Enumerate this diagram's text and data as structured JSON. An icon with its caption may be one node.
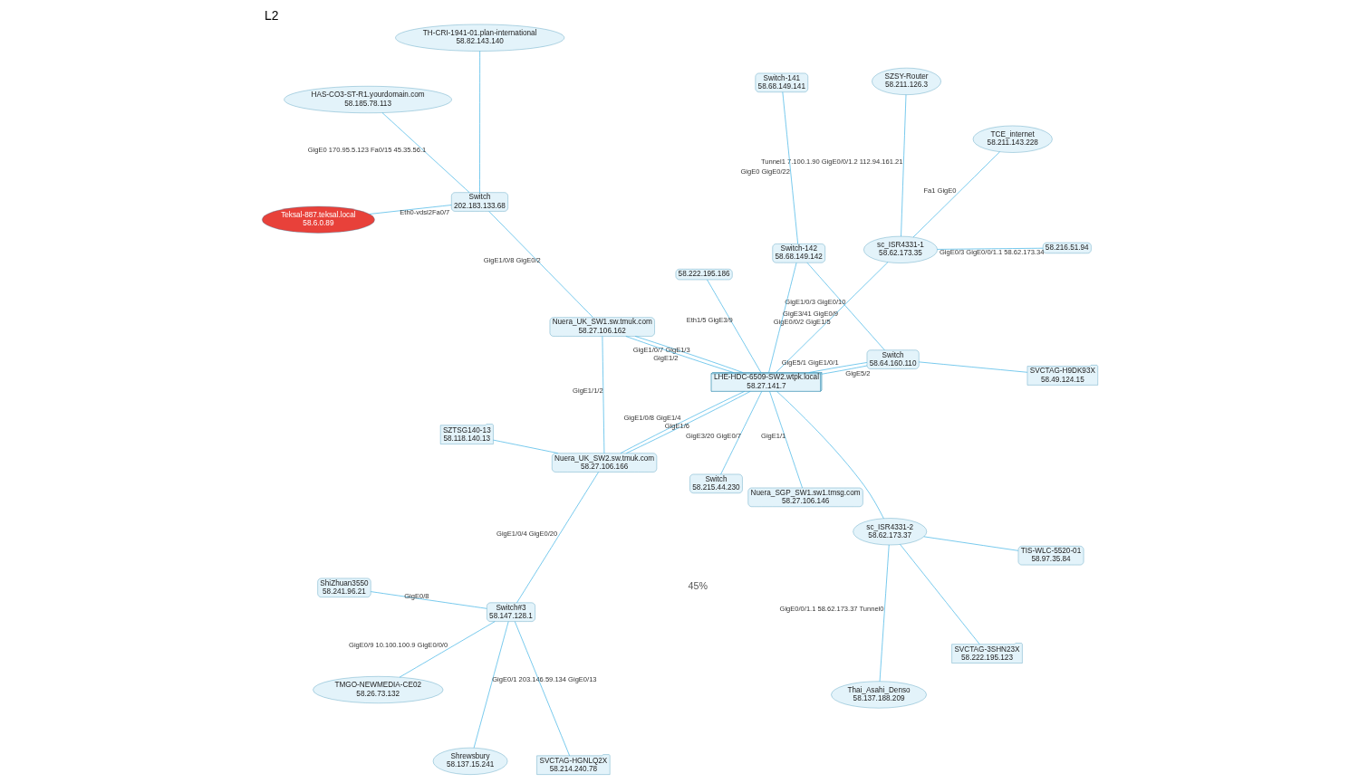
{
  "diagram": {
    "title": "L2",
    "nodes": [
      {
        "text": [
          "SZSY-Router",
          "58.211.126.3"
        ]
      },
      {
        "text": [
          "SZTSG140-13",
          "58.118.140.13"
        ]
      },
      {
        "text": [
          "Shrewsbury",
          "58.137.15.241"
        ]
      },
      {
        "text": [
          "ShiZhuan3550",
          "58.241.96.21"
        ]
      },
      {
        "text": [
          "SVCTAG-HGNLQ2X",
          "58.214.240.78"
        ]
      },
      {
        "text": [
          "TMGO-NEWMEDIA-CE02",
          "58.26.73.132"
        ]
      },
      {
        "text": [
          "Switch#3",
          "58.147.128.1"
        ]
      },
      {
        "text": [
          "58.222.195.186"
        ]
      },
      {
        "text": [
          "Nuera_UK_SW2.sw.tmuk.com",
          "58.27.106.166"
        ]
      },
      {
        "text": [
          "TCE_internet",
          "58.211.143.228"
        ]
      },
      {
        "text": [
          "Nuera_SGP_SW1.sw1.tmsg.com",
          "58.27.106.146"
        ]
      },
      {
        "text": [
          "sc_ISR4331-1",
          "58.62.173.35"
        ]
      },
      {
        "text": [
          "SVCTAG-H9DK93X",
          "58.49.124.15"
        ]
      },
      {
        "text": [
          "Switch",
          "58.64.160.110"
        ]
      },
      {
        "text": [
          "58.216.51.94"
        ]
      },
      {
        "text": [
          "Nuera_UK_SW1.sw.tmuk.com",
          "58.27.106.162"
        ]
      },
      {
        "text": [
          "LHE-HDC-6509-SW2.wtpk.local",
          "58.27.141.7"
        ]
      },
      {
        "text": [
          "Switch-141",
          "58.68.149.141"
        ]
      },
      {
        "text": [
          "HAS-CO3-ST-R1.yourdomain.com",
          "58.185.78.113"
        ]
      },
      {
        "text": [
          "Switch",
          "202.183.133.68"
        ]
      },
      {
        "text": [
          "sc_ISR4331-2",
          "58.62.173.37"
        ]
      },
      {
        "text": [
          "Teksal-887.teksal.local",
          "58.6.0.89"
        ]
      },
      {
        "text": [
          "Thai_Asahi_Denso",
          "58.137.188.209"
        ]
      },
      {
        "text": [
          "Switch-142",
          "58.68.149.142"
        ]
      },
      {
        "text": [
          "TIS-WLC-5520-01",
          "58.97.35.84"
        ]
      },
      {
        "text": [
          "TH-CRI-1941-01.plan-international",
          "58.82.143.140"
        ]
      },
      {
        "text": [
          "SVCTAG-3SHN23X",
          "58.222.195.123"
        ]
      },
      {
        "text": [
          "Switch",
          "58.215.44.230"
        ]
      }
    ],
    "edges": [
      {
        "from": 0,
        "to": 11,
        "arrow": "none",
        "label": "Tunnel1 7.100.1.90 GigE0/0/1.2 112.94.161.21"
      },
      {
        "from": 9,
        "to": 11,
        "arrow": "none",
        "label": "Fa1 GigE0"
      },
      {
        "from": 14,
        "to": 11,
        "arrow": "none",
        "label": "GigE0/3 GigE0/0/1.1 58.62.173.34"
      },
      {
        "from": 11,
        "to": 16,
        "arrow": "none",
        "label": "GigE0/0/2 GigE1/5"
      },
      {
        "from": 1,
        "to": 8,
        "arrow": "none"
      },
      {
        "from": 2,
        "to": 6,
        "arrow": "none",
        "label": "GigE0/1 203.146.59.134 GigE0/13"
      },
      {
        "from": 3,
        "to": 6,
        "arrow": "none",
        "label": "GigE0/8"
      },
      {
        "from": 4,
        "to": 6,
        "arrow": "none"
      },
      {
        "from": 6,
        "to": 5,
        "arrow": "none",
        "label": "GigE0/9 10.100.100.9 GigE0/0/0"
      },
      {
        "from": 8,
        "to": 6,
        "arrow": "none",
        "label": "GigE1/0/4 GigE0/20"
      },
      {
        "from": 8,
        "to": 15,
        "arrow": "none",
        "label": "GigE1/1/2"
      },
      {
        "from": 8,
        "to": 16,
        "arrow": "none",
        "label": "GigE1/0/8 GigE1/4"
      },
      {
        "from": 8,
        "to": 16,
        "arrow": "none",
        "label": "GigE1/6"
      },
      {
        "from": 10,
        "to": 16,
        "arrow": "none",
        "label": "GigE1/1"
      },
      {
        "from": 15,
        "to": 16,
        "arrow": "none",
        "label": "GigE1/0/7 GigE1/3"
      },
      {
        "from": 15,
        "to": 16,
        "arrow": "none",
        "label": "GigE1/2"
      },
      {
        "from": 15,
        "to": 19,
        "arrow": "none",
        "label": "GigE1/0/8 GigE0/2"
      },
      {
        "from": 7,
        "to": 16,
        "arrow": "none",
        "label": "Eth1/5 GigE3/9"
      },
      {
        "from": 16,
        "to": 13,
        "arrow": "none",
        "label": "GigE5/1 GigE1/0/1"
      },
      {
        "from": 16,
        "to": 13,
        "arrow": "none",
        "label": "GigE5/2"
      },
      {
        "from": 13,
        "to": 12,
        "arrow": "none"
      },
      {
        "from": 13,
        "to": 23,
        "arrow": "none",
        "label": "GigE1/0/3 GigE0/10"
      },
      {
        "from": 16,
        "to": 23,
        "arrow": "none",
        "label": "GigE3/41 GigE0/9"
      },
      {
        "from": 16,
        "to": 27,
        "arrow": "none",
        "label": "GigE3/20 GigE0/7"
      },
      {
        "from": 17,
        "to": 23,
        "arrow": "none",
        "label": "GigE0 GigE0/22"
      },
      {
        "from": 16,
        "to": 20,
        "arrow": "none"
      },
      {
        "from": 18,
        "to": 19,
        "arrow": "none",
        "label": "GigE0 170.95.5.123 Fa0/15 45.35.56.1"
      },
      {
        "from": 21,
        "to": 19,
        "arrow": "none",
        "label": "Eth0-vdsl2Fa0/7"
      },
      {
        "from": 19,
        "to": 25,
        "arrow": "none"
      },
      {
        "from": 20,
        "to": 24,
        "arrow": "none"
      },
      {
        "from": 20,
        "to": 26,
        "arrow": "none"
      },
      {
        "from": 20,
        "to": 22,
        "arrow": "none",
        "label": "GigE0/0/1.1 58.62.173.37 Tunnel0"
      }
    ],
    "labels": [
      "45%"
    ]
  }
}
